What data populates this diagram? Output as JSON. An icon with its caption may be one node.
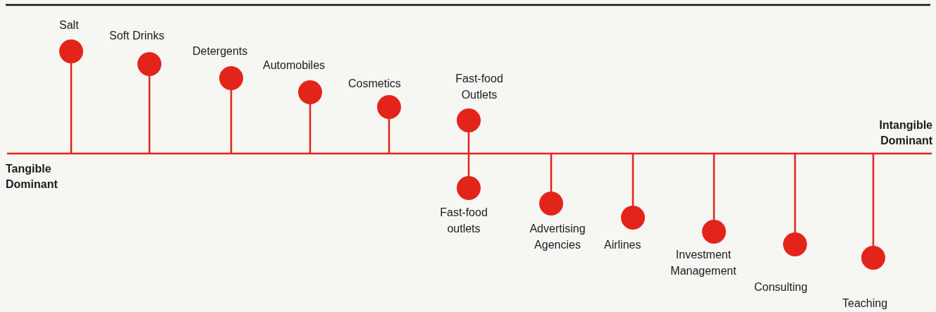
{
  "diagram": {
    "nodes": [
      {
        "text": [
          "Salt"
        ]
      },
      {
        "text": [
          "Soft Drinks"
        ]
      },
      {
        "text": [
          "Detergents"
        ]
      },
      {
        "text": [
          "Automobiles"
        ]
      },
      {
        "text": [
          "Cosmetics"
        ]
      },
      {
        "text": [
          "Fast-food Outlets"
        ]
      },
      {
        "text": [
          "Fast-food outlets"
        ]
      },
      {
        "text": [
          "Advertising Agencies"
        ]
      },
      {
        "text": [
          "Airlines"
        ]
      },
      {
        "text": [
          "Investment Management"
        ]
      },
      {
        "text": [
          "Consulting"
        ]
      },
      {
        "text": [
          "Teaching"
        ]
      }
    ],
    "labels": [
      "Intangible Dominant",
      "Tangible Dominant"
    ]
  }
}
